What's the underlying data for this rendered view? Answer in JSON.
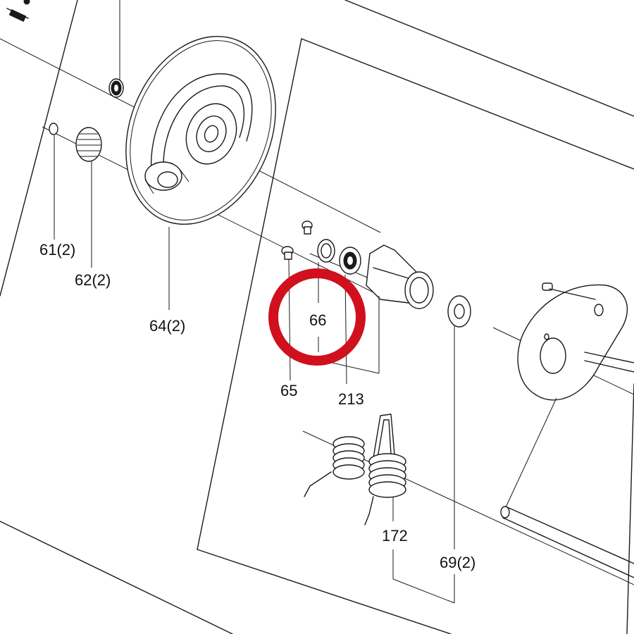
{
  "labels": {
    "p61": "61(2)",
    "p62": "62(2)",
    "p64": "64(2)",
    "p66": "66",
    "p65": "65",
    "p213": "213",
    "p172": "172",
    "p69": "69(2)"
  },
  "highlight": {
    "target": "66",
    "color": "#d0101c"
  }
}
